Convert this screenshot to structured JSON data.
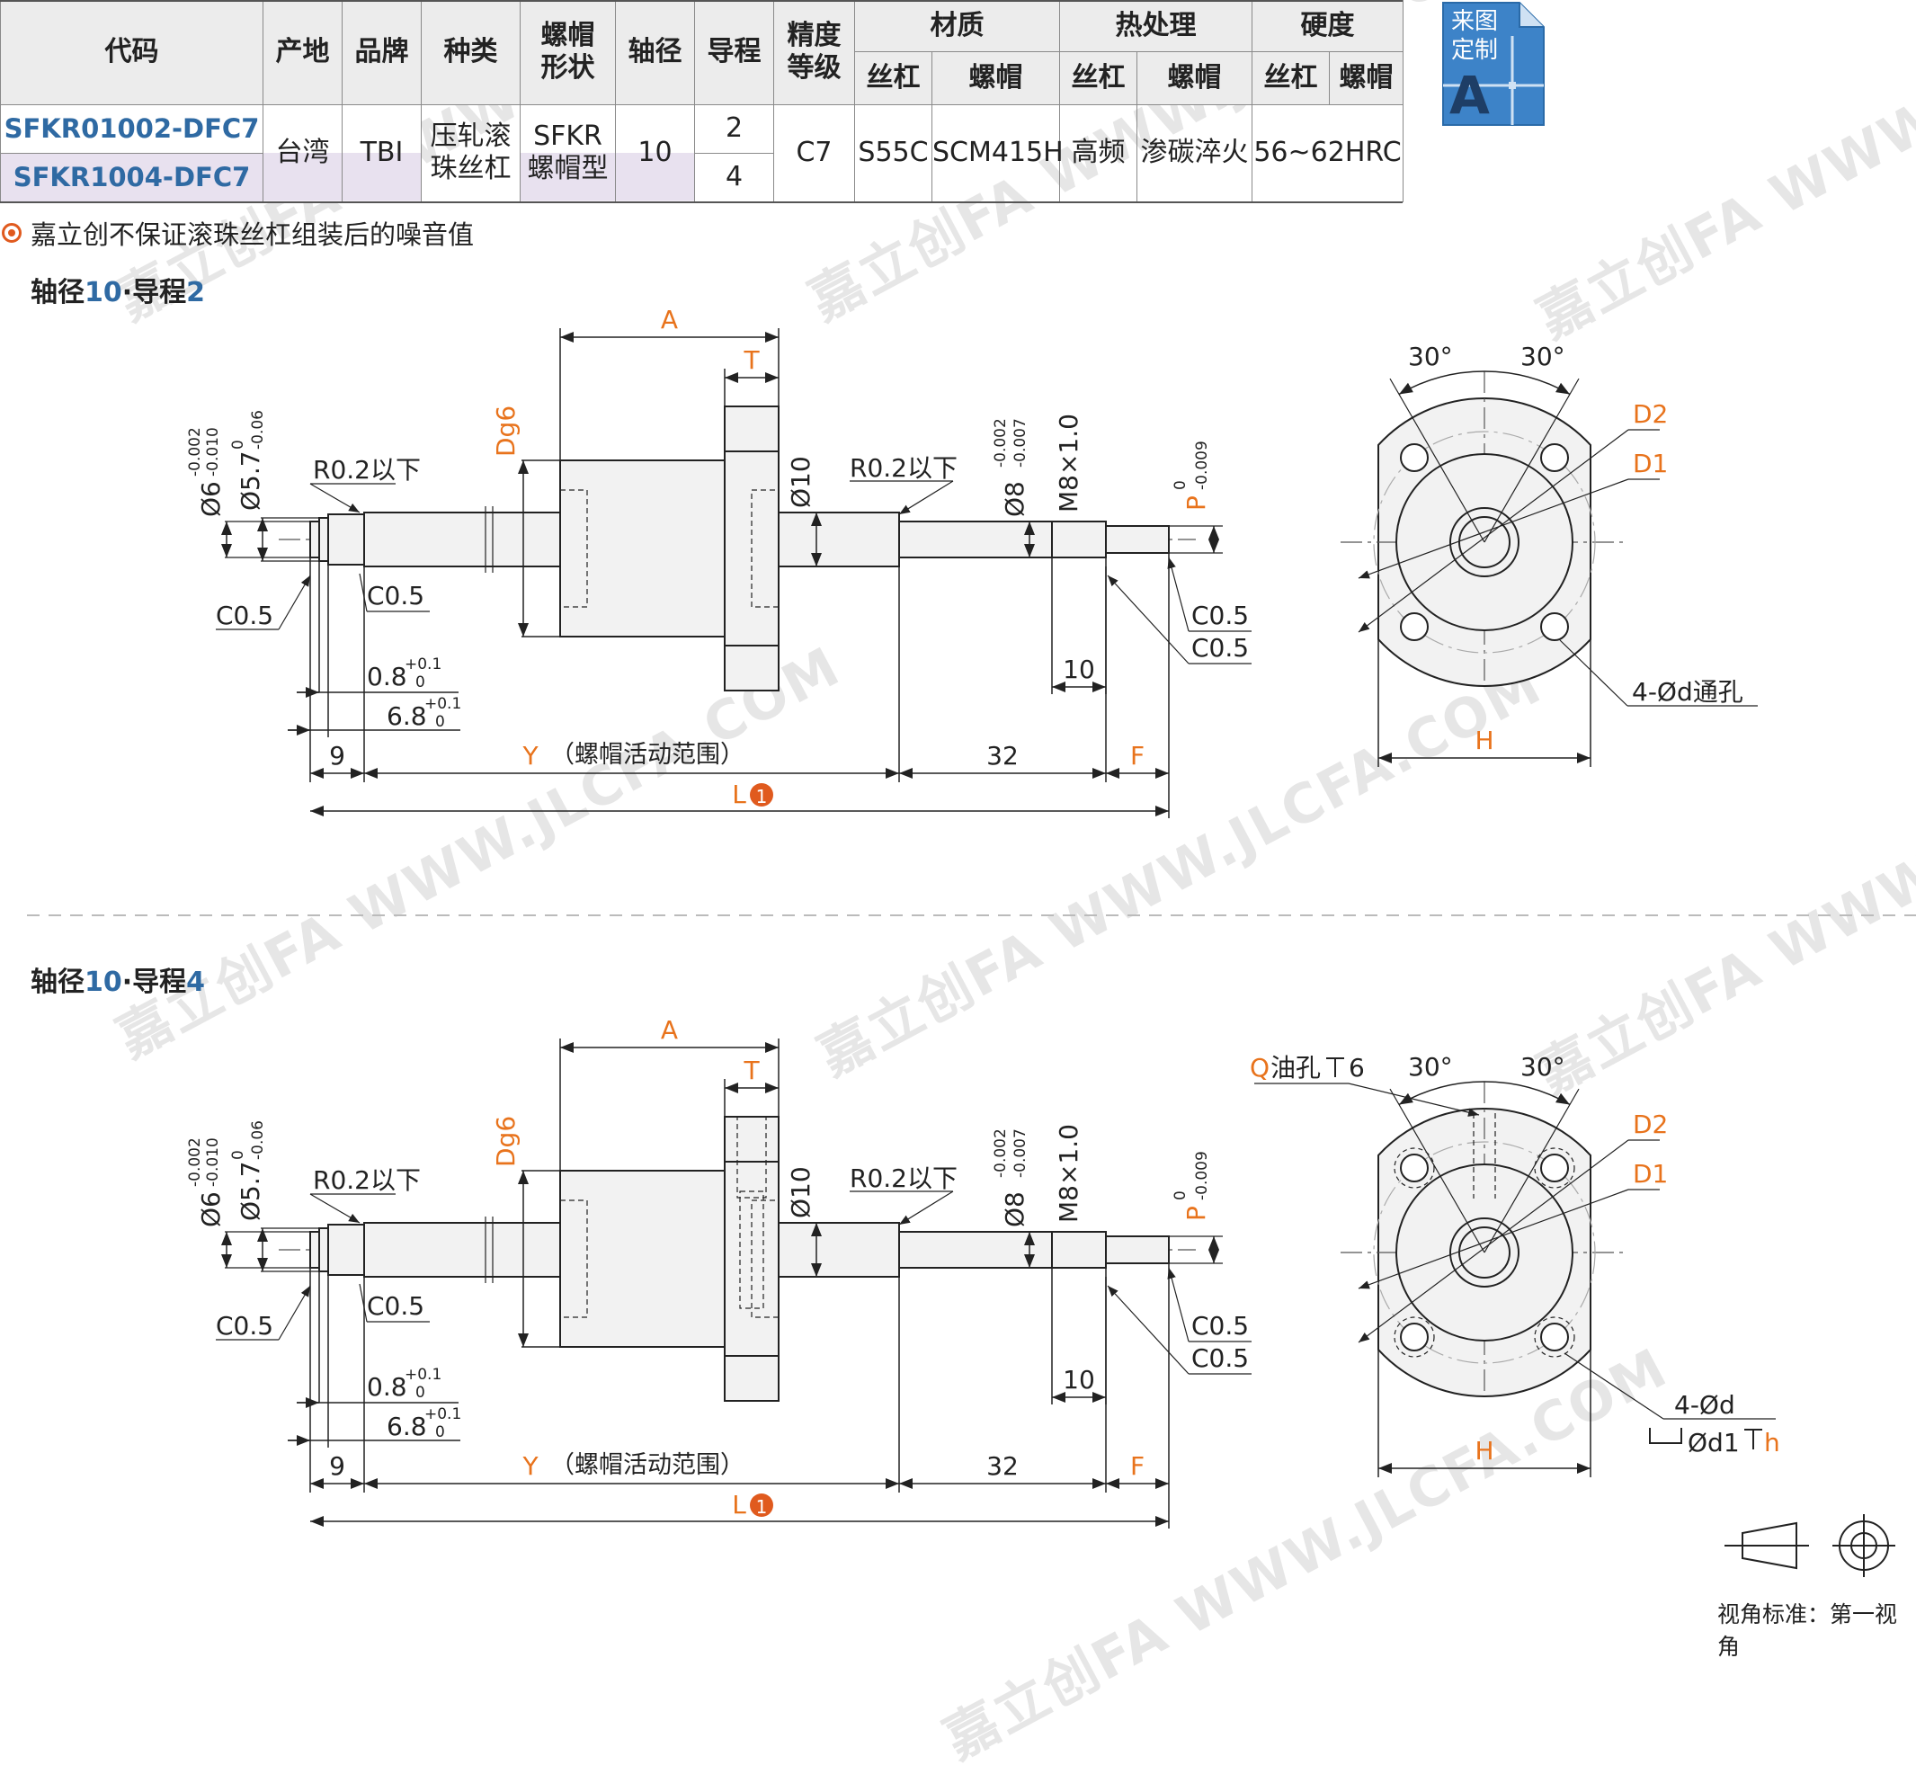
{
  "table": {
    "headers": {
      "code": "代码",
      "origin": "产地",
      "brand": "品牌",
      "type": "种类",
      "nut_shape": "螺帽\n形状",
      "shaft_dia": "轴径",
      "lead": "导程",
      "accuracy": "精度\n等级",
      "material": "材质",
      "heat": "热处理",
      "hardness": "硬度",
      "screw": "丝杠",
      "nut": "螺帽"
    },
    "rows": [
      {
        "code": "SFKR01002-DFC7",
        "lead": "2"
      },
      {
        "code": "SFKR1004-DFC7",
        "lead": "4"
      }
    ],
    "shared": {
      "origin": "台湾",
      "brand": "TBI",
      "type": "压轧滚\n珠丝杠",
      "nut_shape": "SFKR\n螺帽型",
      "shaft_dia": "10",
      "accuracy": "C7",
      "screw_material": "S55C",
      "nut_material": "SCM415H",
      "screw_heat": "高频",
      "nut_heat": "渗碳淬火",
      "hardness": "56~62HRC"
    }
  },
  "badge": {
    "line1": "来图",
    "line2": "定制",
    "letter": "A"
  },
  "note": "嘉立创不保证滚珠丝杠组装后的噪音值",
  "sections": [
    {
      "prefix": "轴径",
      "dia": "10",
      "sep": "·导程",
      "lead": "2"
    },
    {
      "prefix": "轴径",
      "dia": "10",
      "sep": "·导程",
      "lead": "4"
    }
  ],
  "dims": {
    "A": "A",
    "T": "T",
    "Dg6": "Dg6",
    "phi10": "Ø10",
    "R02": "R0.2以下",
    "phi6": "Ø6",
    "phi6_tol_up": "-0.002",
    "phi6_tol_lo": "-0.010",
    "phi57": "Ø5.7",
    "phi57_tol_up": "0",
    "phi57_tol_lo": "-0.06",
    "phi8": "Ø8",
    "phi8_tol_up": "-0.002",
    "phi8_tol_lo": "-0.007",
    "M8": "M8×1.0",
    "P": "P",
    "P_tol_up": "0",
    "P_tol_lo": "-0.009",
    "C05": "C0.5",
    "d08": "0.8",
    "d68": "6.8",
    "tol_up": "+0.1",
    "tol_lo": "0",
    "n9": "9",
    "Y": "Y",
    "Y_note": "（螺帽活动范围）",
    "n32": "32",
    "F": "F",
    "L": "L",
    "n10": "10",
    "deg30": "30°",
    "D2": "D2",
    "D1": "D1",
    "H": "H",
    "holes1": "4-Ød通孔",
    "holes2": "4-Ød",
    "counter": "Ød1",
    "counter_depth": "h",
    "Q": "Q",
    "oil": "油孔",
    "oil_depth": "6"
  },
  "view_standard": "视角标准：第一视角",
  "watermark": "嘉立创FA  WWW.JLCFA.COM",
  "colors": {
    "accent": "#e8731c",
    "code": "#2f6aa3",
    "shade": "#e8e1ef",
    "badge": "#3d83c8",
    "dot": "#e05a1e"
  }
}
